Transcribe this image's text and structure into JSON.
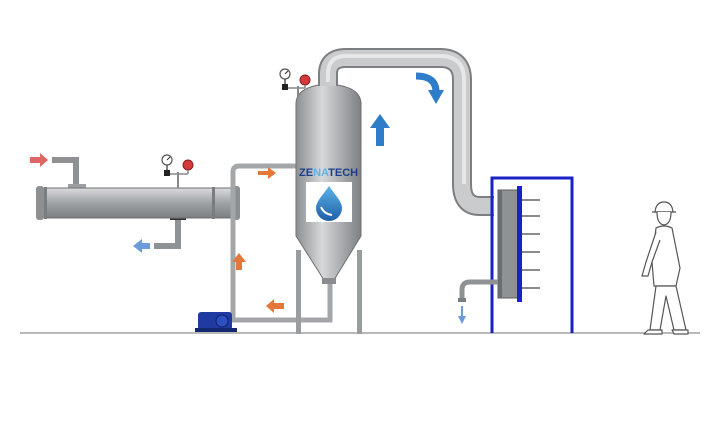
{
  "logo": {
    "part1": "ZE",
    "part2": "NA",
    "part3": "TECH"
  },
  "colors": {
    "pipe": "#a9acaf",
    "pipe_dark": "#7e8185",
    "hot_arrow": "#e2783a",
    "cold_arrow": "#5a8fd6",
    "vapor_arrow": "#2f7cc8",
    "frame_blue": "#1a22c4",
    "pump_blue": "#1f3aa0",
    "valve_red": "#d43a3a",
    "ground": "#b9b9b9"
  },
  "components": [
    "shell-tube-condenser",
    "vacuum-flash-vessel",
    "plate-heat-exchanger",
    "circulation-pump",
    "operator-figure"
  ]
}
